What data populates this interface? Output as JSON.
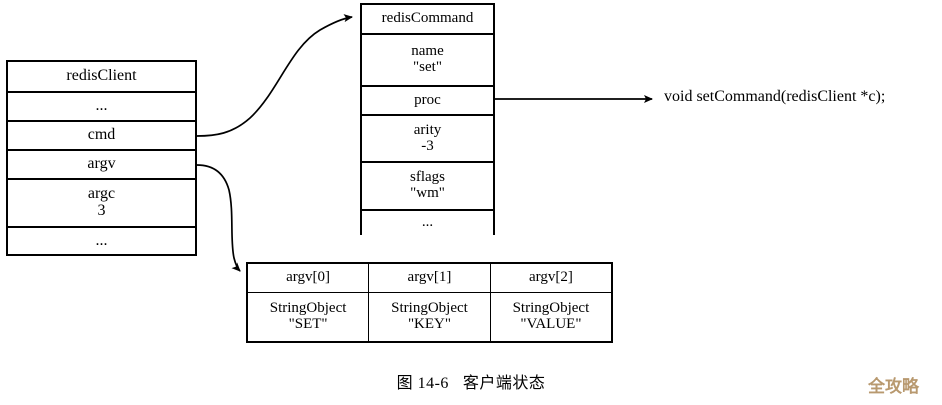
{
  "figure": {
    "caption_number": "图 14-6",
    "caption_title": "客户端状态",
    "watermark": "全攻略"
  },
  "redis_client": {
    "title": "redisClient",
    "rows": [
      {
        "name": "redisClient",
        "value": ""
      },
      {
        "name": "...",
        "value": ""
      },
      {
        "name": "cmd",
        "value": ""
      },
      {
        "name": "argv",
        "value": ""
      },
      {
        "name": "argc",
        "value": "3"
      },
      {
        "name": "...",
        "value": ""
      }
    ]
  },
  "redis_command": {
    "title": "redisCommand",
    "rows": [
      {
        "name": "redisCommand",
        "value": ""
      },
      {
        "name": "name",
        "value": "\"set\""
      },
      {
        "name": "proc",
        "value": ""
      },
      {
        "name": "arity",
        "value": "-3"
      },
      {
        "name": "sflags",
        "value": "\"wm\""
      },
      {
        "name": "...",
        "value": ""
      }
    ]
  },
  "argv_table": {
    "headers": [
      "argv[0]",
      "argv[1]",
      "argv[2]"
    ],
    "cells": [
      {
        "type": "StringObject",
        "value": "\"SET\""
      },
      {
        "type": "StringObject",
        "value": "\"KEY\""
      },
      {
        "type": "StringObject",
        "value": "\"VALUE\""
      }
    ]
  },
  "proc_target": {
    "signature": "void setCommand(redisClient *c);"
  },
  "colors": {
    "line": "#000000",
    "background": "#ffffff",
    "watermark": "#b59468"
  }
}
